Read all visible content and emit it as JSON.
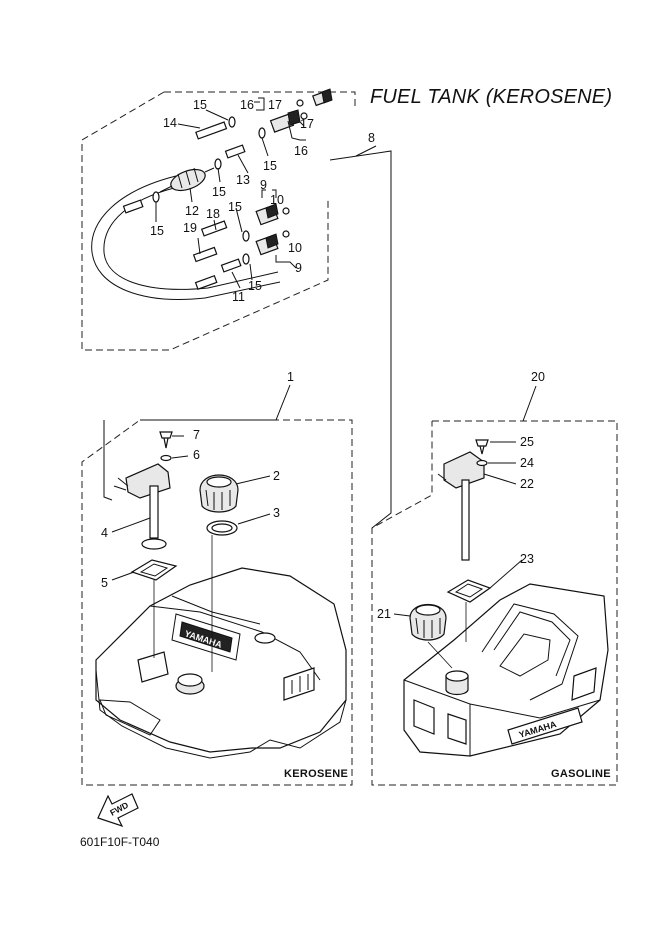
{
  "title": "FUEL TANK (KEROSENE)",
  "drawing_code": "601F10F-T040",
  "tank_labels": {
    "kerosene": "KEROSENE",
    "gasoline": "GASOLINE"
  },
  "fwd_label": "FWD",
  "brand_mark": "YAMAHA",
  "callouts": {
    "c1": "1",
    "c2": "2",
    "c3": "3",
    "c4": "4",
    "c5": "5",
    "c6": "6",
    "c7": "7",
    "c8": "8",
    "c9a": "9",
    "c9b": "9",
    "c10a": "10",
    "c10b": "10",
    "c11": "11",
    "c12": "12",
    "c13": "13",
    "c14": "14",
    "c15a": "15",
    "c15b": "15",
    "c15c": "15",
    "c15d": "15",
    "c15e": "15",
    "c15f": "15",
    "c16a": "16",
    "c16b": "16",
    "c17a": "17",
    "c17b": "17",
    "c18": "18",
    "c19": "19",
    "c20": "20",
    "c21": "21",
    "c22": "22",
    "c23": "23",
    "c24": "24",
    "c25": "25"
  }
}
